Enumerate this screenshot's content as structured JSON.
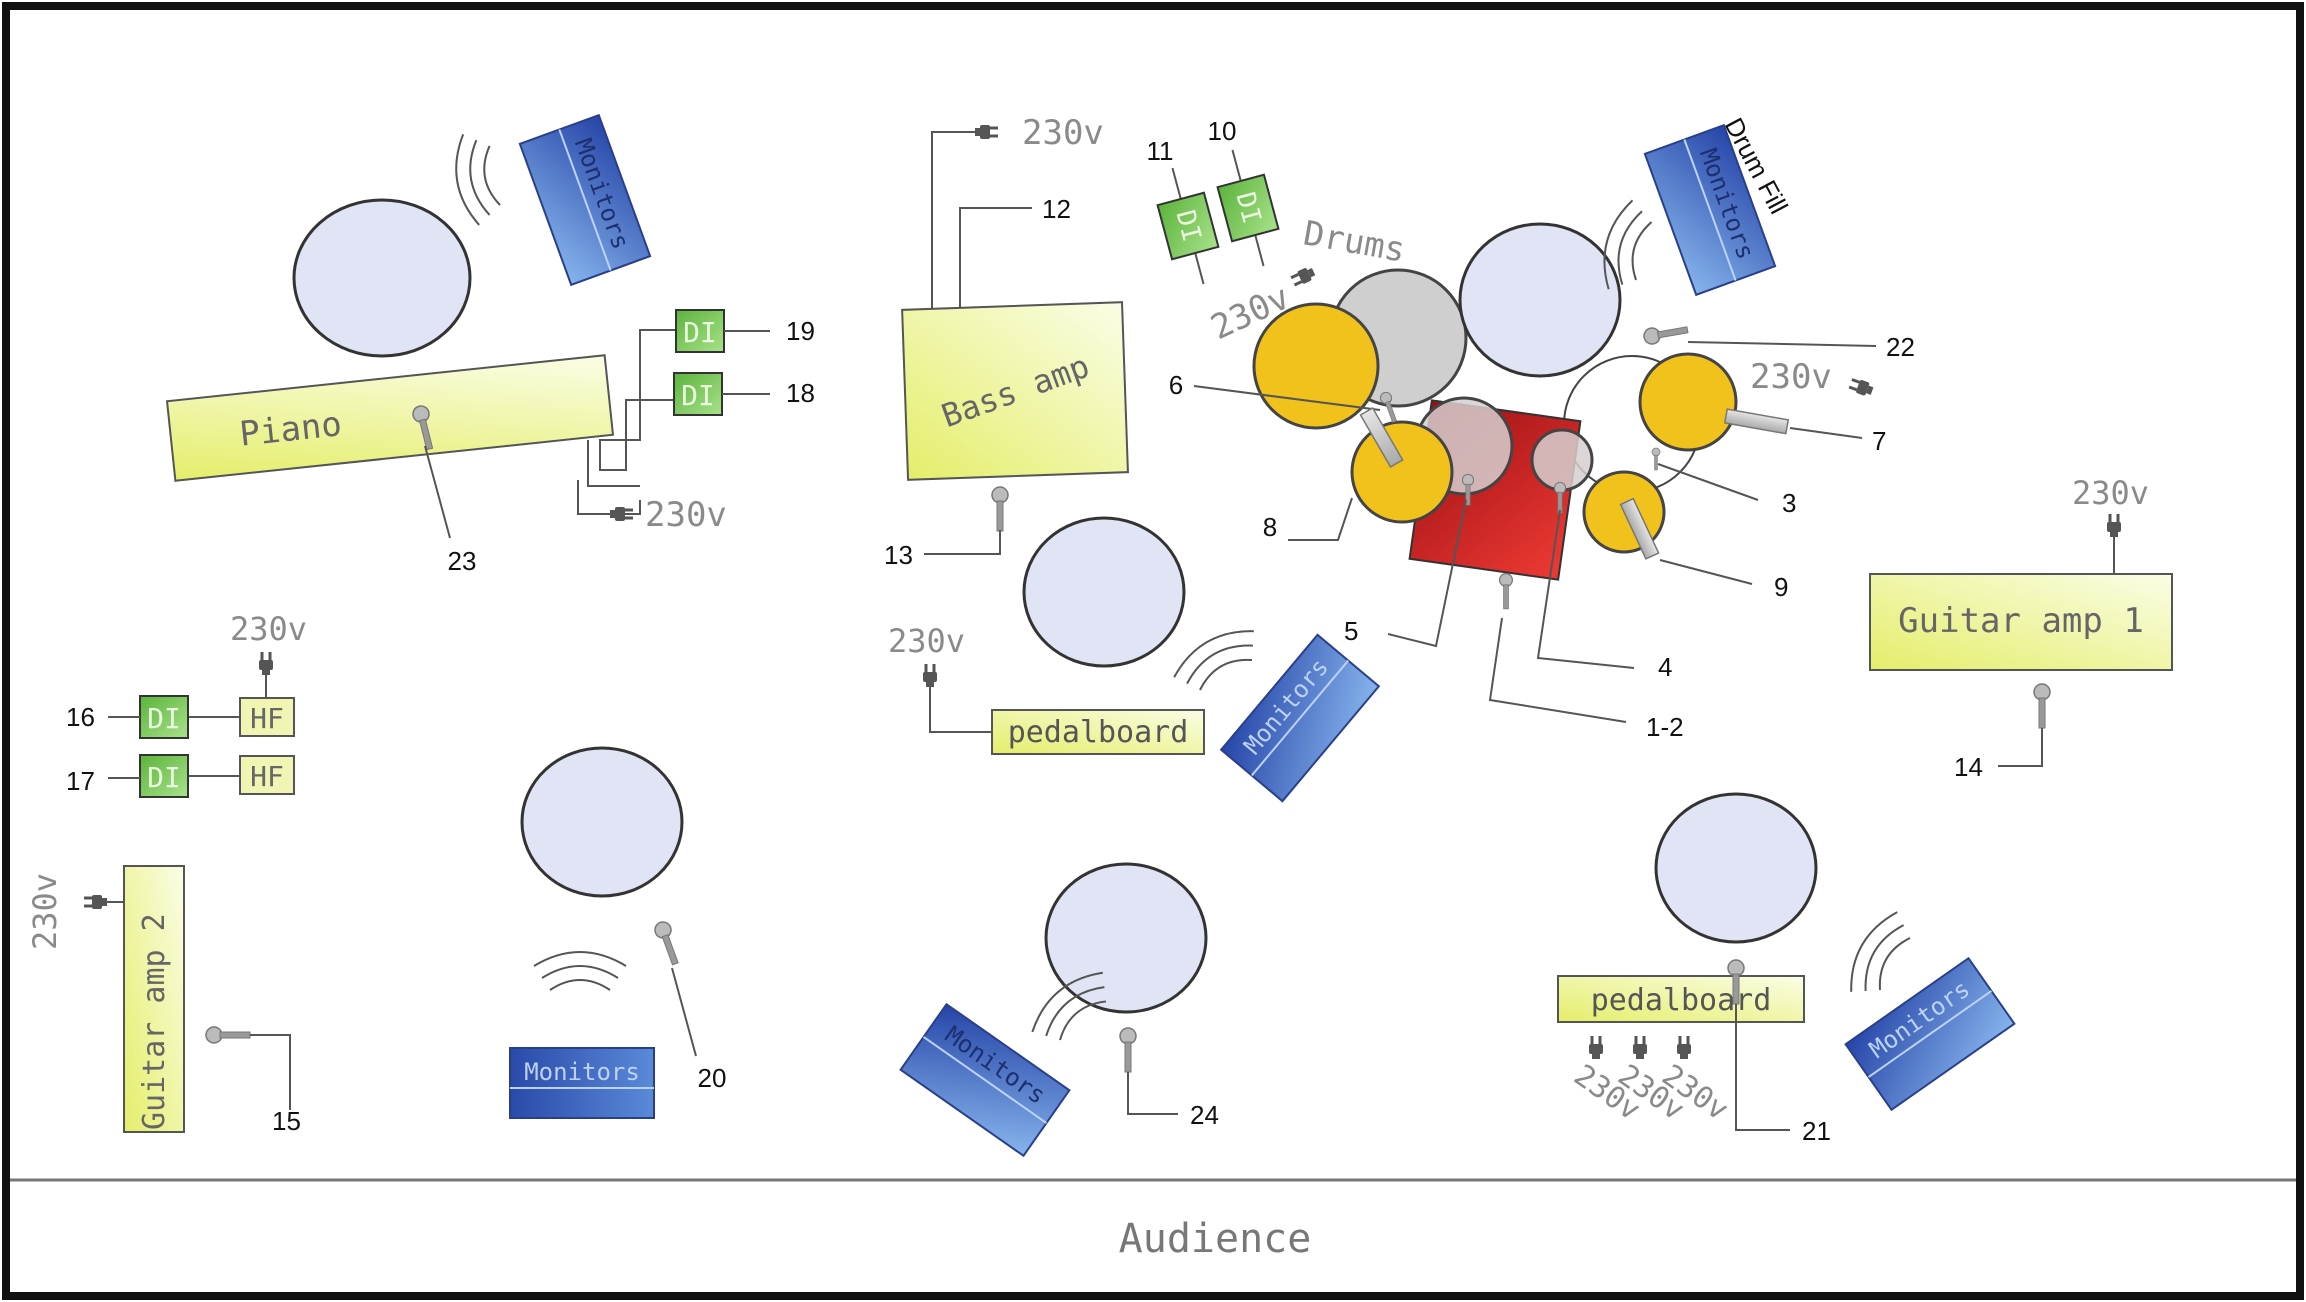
{
  "power_label": "230v",
  "audience_label": "Audience",
  "drum_fill_label": "Drum Fill",
  "drums_label": "Drums",
  "monitors_label": "Monitors",
  "di_label": "DI",
  "hf_label": "HF",
  "piano_label": "Piano",
  "bass_amp_label": "Bass amp",
  "guitar_amp1_label": "Guitar amp 1",
  "guitar_amp2_label": "Guitar amp 2",
  "pedalboard_label": "pedalboard",
  "channels": {
    "c1_2": "1-2",
    "c3": "3",
    "c4": "4",
    "c5": "5",
    "c6": "6",
    "c7": "7",
    "c8": "8",
    "c9": "9",
    "c10": "10",
    "c11": "11",
    "c12": "12",
    "c13": "13",
    "c14": "14",
    "c15": "15",
    "c16": "16",
    "c17": "17",
    "c18": "18",
    "c19": "19",
    "c20": "20",
    "c21": "21",
    "c22": "22",
    "c23": "23",
    "c24": "24"
  },
  "colors": {
    "frame": "#111111",
    "performer_fill": "#e0e4f4",
    "amp_fill": "#f0f5b4",
    "di_fill": "#7fcc5a",
    "monitor_fill": "#3a62c0",
    "cymbal": "#f2c21c",
    "kick": "#c8211f",
    "label_gray": "#8a8a8a"
  }
}
